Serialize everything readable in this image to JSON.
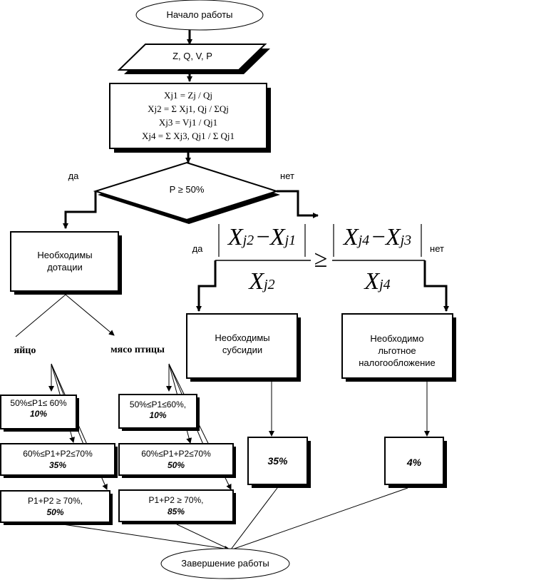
{
  "start": {
    "label": "Начало работы"
  },
  "input": {
    "label": "Z, Q, V, P"
  },
  "calc": {
    "line1": "Xj1 = Zj / Qj",
    "line2": "Xj2 = Σ Xj1, Qj / ΣQj",
    "line3": "Xj3 = Vj1 / Qj1",
    "line4": "Xj4 = Σ Xj3, Qj1 / Σ Qj1"
  },
  "decision1": {
    "condition": "P ≥ 50%",
    "yes": "да",
    "no": "нет"
  },
  "decision2": {
    "yes": "да",
    "no": "нет",
    "lhs_num_a": "X",
    "lhs_num_a_sub": "j2",
    "lhs_num_b": "X",
    "lhs_num_b_sub": "j1",
    "lhs_den": "X",
    "lhs_den_sub": "j2",
    "op": "≥",
    "rhs_num_a": "X",
    "rhs_num_a_sub": "j4",
    "rhs_num_b": "X",
    "rhs_num_b_sub": "j3",
    "rhs_den": "X",
    "rhs_den_sub": "j4",
    "minus": "−"
  },
  "dotacii": {
    "label": "Необходимы дотации"
  },
  "subsidii": {
    "label": "Необходимы субсидии"
  },
  "lgota": {
    "label": "Необходимо льготное налогообложение"
  },
  "egg": {
    "title": "яйцо",
    "r1": {
      "cond": "50%≤P1≤ 60%",
      "value": "10%"
    },
    "r2": {
      "cond": "60%≤P1+P2≤70%",
      "value": "35%"
    },
    "r3": {
      "cond": "P1+P2 ≥ 70%,",
      "value": "50%"
    }
  },
  "poultry": {
    "title": "мясо  птицы",
    "r1": {
      "cond": "50%≤P1≤60%,",
      "value": "10%"
    },
    "r2": {
      "cond": "60%≤P1+P2≤70%",
      "value": "50%"
    },
    "r3": {
      "cond": "P1+P2 ≥ 70%,",
      "value": "85%"
    }
  },
  "subsidy_value": "35%",
  "tax_value": "4%",
  "end": {
    "label": "Завершение работы"
  }
}
